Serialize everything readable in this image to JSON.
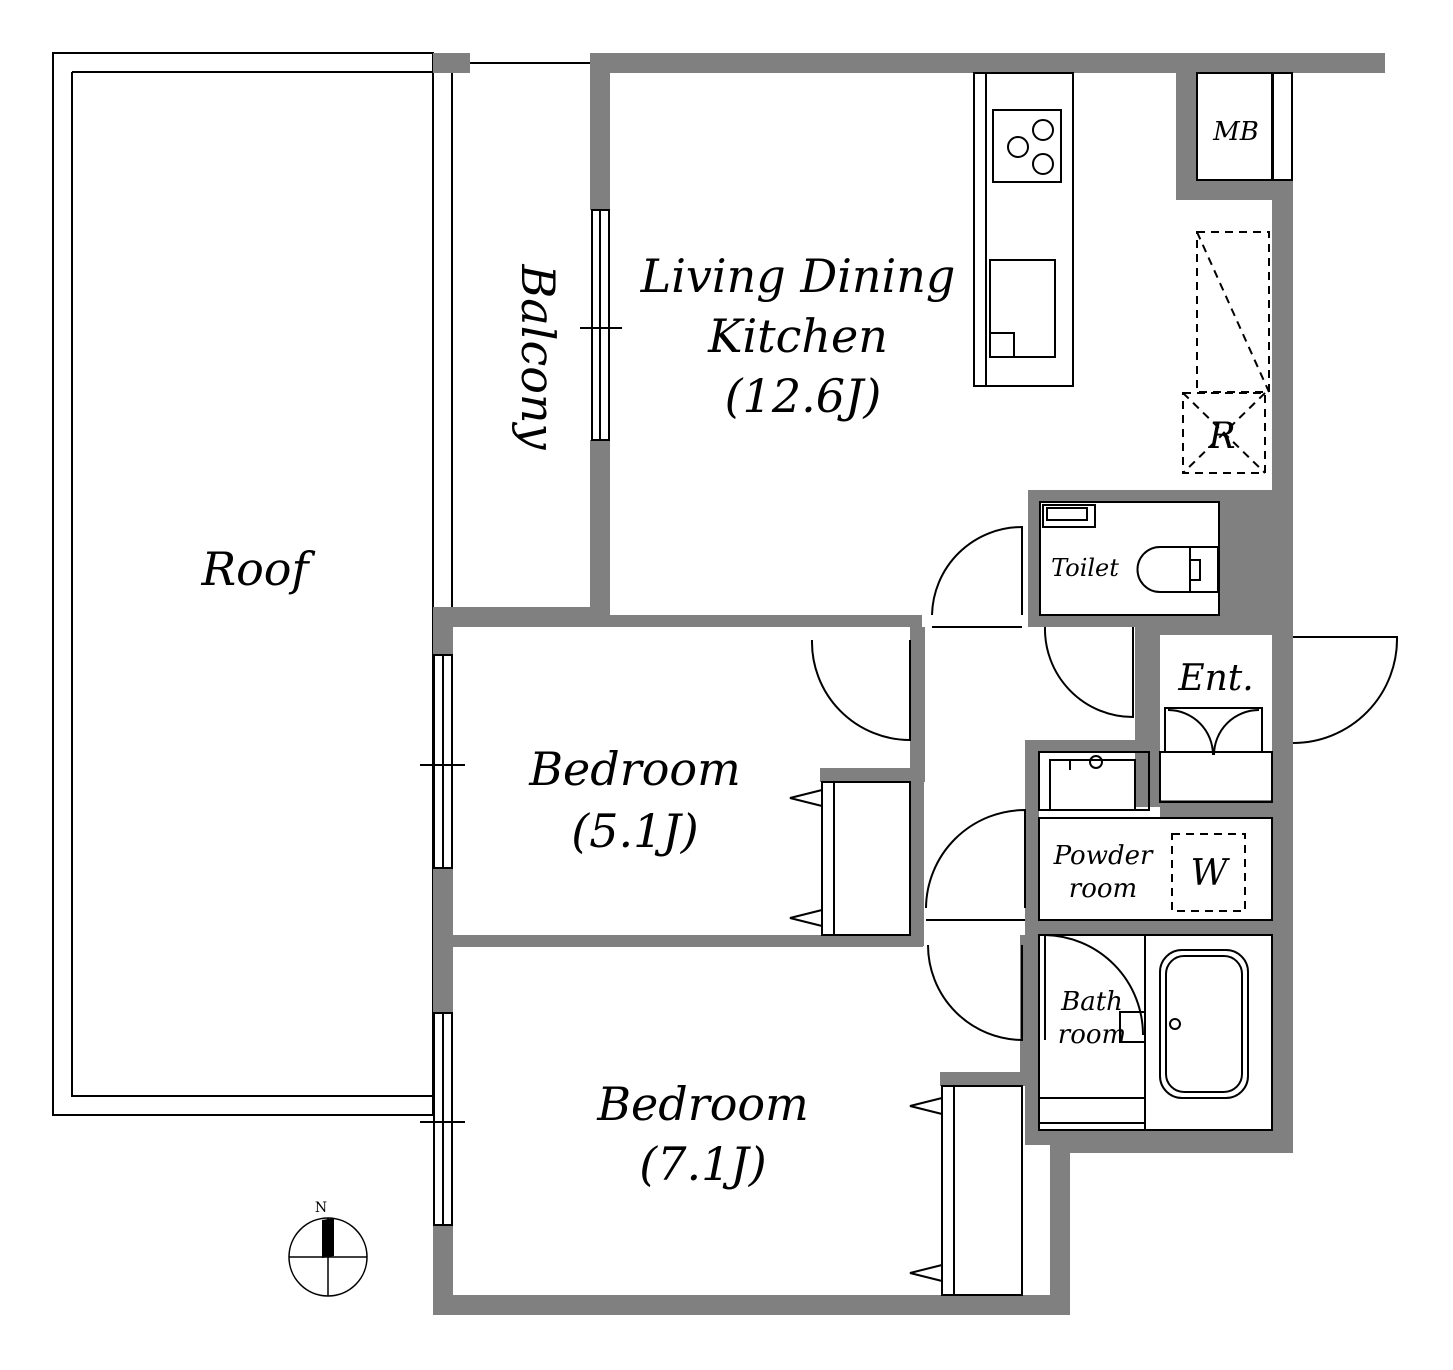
{
  "rooms": {
    "roof": "Roof",
    "balcony": "Balcony",
    "ldk_line1": "Living Dining",
    "ldk_line2": "Kitchen",
    "ldk_area": "(12.6J)",
    "mb": "MB",
    "refrigerator": "R",
    "toilet": "Toilet",
    "entrance": "Ent.",
    "bedroom1_name": "Bedroom",
    "bedroom1_area": "(5.1J)",
    "powder_line1": "Powder",
    "powder_line2": "room",
    "washer": "W",
    "bath_line1": "Bath",
    "bath_line2": "room",
    "bedroom2_name": "Bedroom",
    "bedroom2_area": "(7.1J)"
  },
  "compass": {
    "north": "N"
  },
  "colors": {
    "wall": "#808080",
    "line": "#000000",
    "background": "#ffffff"
  }
}
